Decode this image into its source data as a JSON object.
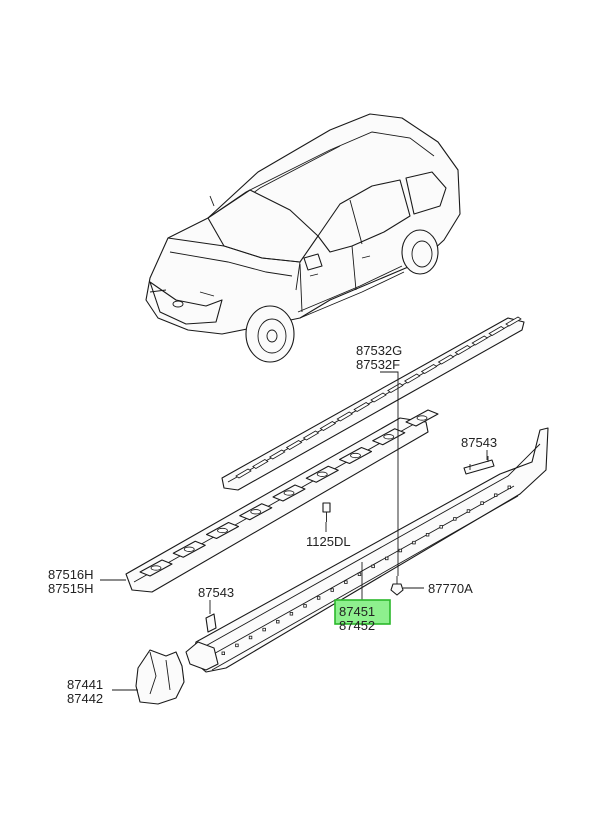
{
  "labels": {
    "p87532g": "87532G",
    "p87532f": "87532F",
    "p87543_right": "87543",
    "p1125dl": "1125DL",
    "p87516h": "87516H",
    "p87515h": "87515H",
    "p87543_left": "87543",
    "p87770a": "87770A",
    "p87451": "87451",
    "p87452": "87452",
    "p87441": "87441",
    "p87442": "87442"
  },
  "colors": {
    "highlight_fill": "#8ef08e",
    "highlight_stroke": "#2bb82b",
    "line": "#1a1a1a"
  }
}
